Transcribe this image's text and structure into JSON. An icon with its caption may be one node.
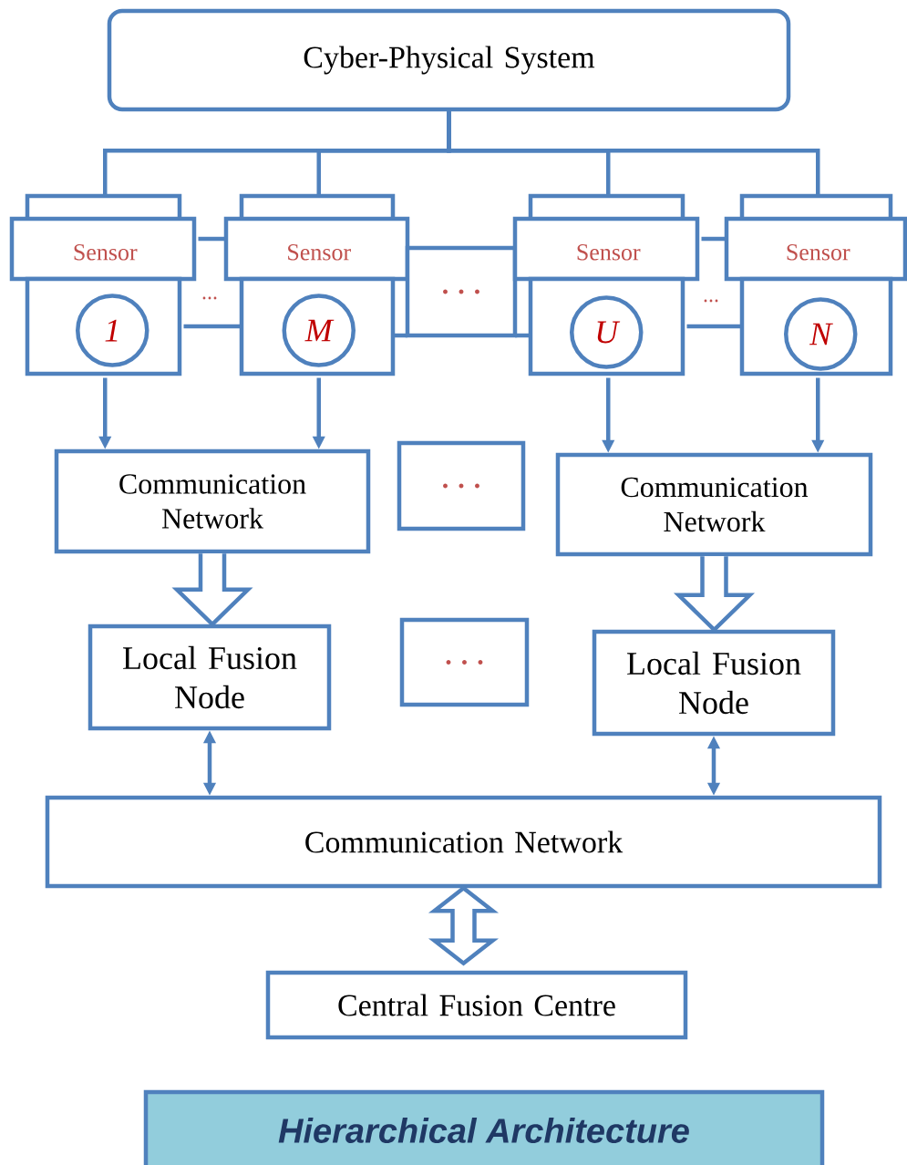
{
  "diagram": {
    "caption": "Hierarchical Architecture",
    "nodes": [
      {
        "text": [
          "Cyber-Physical System"
        ]
      },
      {
        "text": [
          "Sensor"
        ]
      },
      {
        "text": [
          "1"
        ],
        "in": 1
      },
      {
        "text": [
          "Sensor"
        ]
      },
      {
        "text": [
          "M"
        ],
        "in": 3
      },
      {
        "text": [
          ". . ."
        ]
      },
      {
        "text": [
          "Sensor"
        ]
      },
      {
        "text": [
          "U"
        ],
        "in": 6
      },
      {
        "text": [
          "Sensor"
        ]
      },
      {
        "text": [
          "N"
        ],
        "in": 8
      },
      {
        "text": [
          "Communication Network"
        ]
      },
      {
        "text": [
          ". . ."
        ]
      },
      {
        "text": [
          "Communication Network"
        ]
      },
      {
        "text": [
          "Local Fusion Node"
        ]
      },
      {
        "text": [
          ". . ."
        ]
      },
      {
        "text": [
          "Local Fusion Node"
        ]
      },
      {
        "text": [
          "Communication Network"
        ]
      },
      {
        "text": [
          "Central Fusion Centre"
        ]
      }
    ],
    "edges": [
      {
        "from": 0,
        "to": 1,
        "arrow": "none"
      },
      {
        "from": 0,
        "to": 3,
        "arrow": "none"
      },
      {
        "from": 0,
        "to": 6,
        "arrow": "none"
      },
      {
        "from": 0,
        "to": 8,
        "arrow": "none"
      },
      {
        "from": 1,
        "to": 3,
        "arrow": "none"
      },
      {
        "from": 1,
        "to": 3,
        "arrow": "none"
      },
      {
        "from": 6,
        "to": 8,
        "arrow": "none"
      },
      {
        "from": 6,
        "to": 8,
        "arrow": "none"
      },
      {
        "from": 1,
        "to": 10,
        "arrow": "to"
      },
      {
        "from": 3,
        "to": 10,
        "arrow": "to"
      },
      {
        "from": 6,
        "to": 12,
        "arrow": "to"
      },
      {
        "from": 8,
        "to": 12,
        "arrow": "to"
      },
      {
        "from": 10,
        "to": 13,
        "arrow": "to",
        "style": "thick"
      },
      {
        "from": 12,
        "to": 15,
        "arrow": "to",
        "style": "thick"
      },
      {
        "from": 13,
        "to": 16,
        "arrow": "both"
      },
      {
        "from": 15,
        "to": 16,
        "arrow": "both"
      },
      {
        "from": 16,
        "to": 17,
        "arrow": "both",
        "style": "thick"
      }
    ],
    "labels": [
      "...",
      "..."
    ]
  }
}
